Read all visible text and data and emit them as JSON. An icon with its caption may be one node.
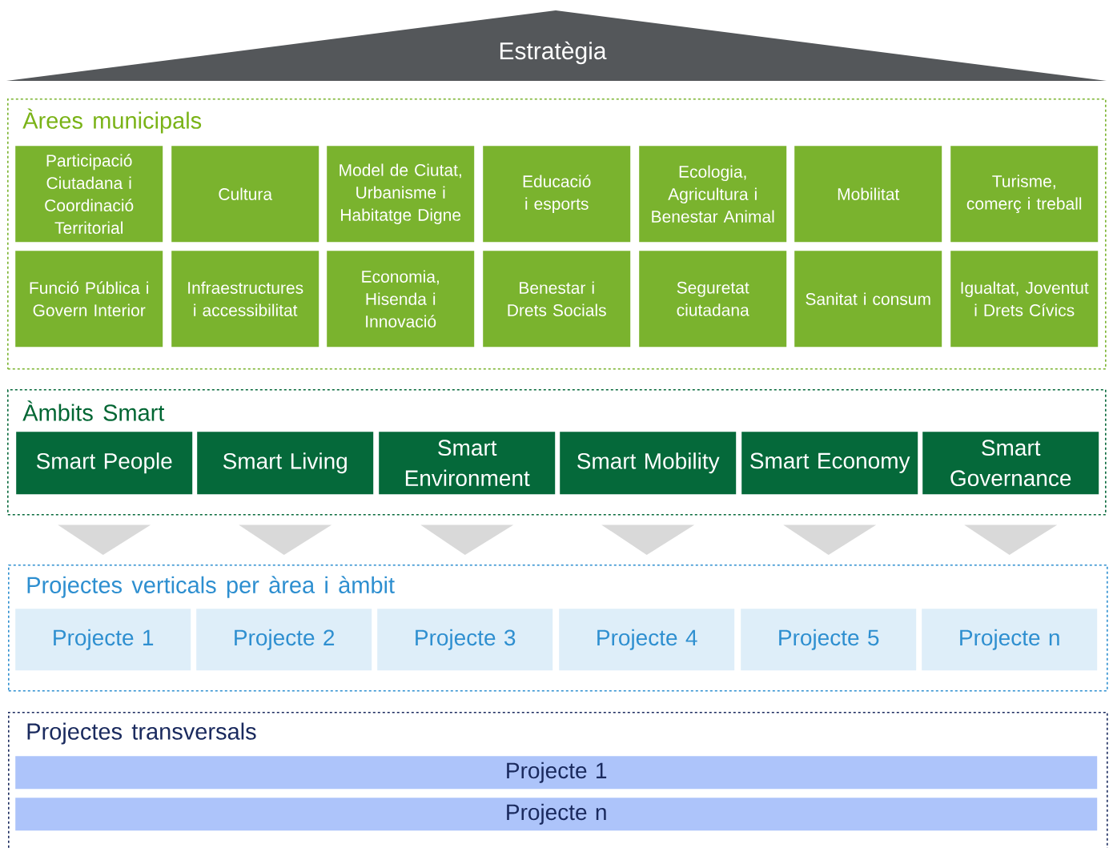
{
  "diagram": {
    "nodes": [
      {
        "text": [
          "Estratègia"
        ]
      },
      {
        "text": [
          "Àrees municipals"
        ]
      },
      {
        "text": [
          "Participació Ciutadana i Coordinació Territorial"
        ],
        "in": 1
      },
      {
        "text": [
          "Cultura"
        ],
        "in": 1
      },
      {
        "text": [
          "Model de Ciutat, Urbanisme i Habitatge Digne"
        ],
        "in": 1
      },
      {
        "text": [
          "Educació i esports"
        ],
        "in": 1
      },
      {
        "text": [
          "Ecologia, Agricultura i Benestar Animal"
        ],
        "in": 1
      },
      {
        "text": [
          "Mobilitat"
        ],
        "in": 1
      },
      {
        "text": [
          "Turisme, comerç i treball"
        ],
        "in": 1
      },
      {
        "text": [
          "Funció Pública i Govern Interior"
        ],
        "in": 1
      },
      {
        "text": [
          "Infraestructures i accessibilitat"
        ],
        "in": 1
      },
      {
        "text": [
          "Economia, Hisenda i Innovació"
        ],
        "in": 1
      },
      {
        "text": [
          "Benestar i Drets Socials"
        ],
        "in": 1
      },
      {
        "text": [
          "Seguretat ciutadana"
        ],
        "in": 1
      },
      {
        "text": [
          "Sanitat i consum"
        ],
        "in": 1
      },
      {
        "text": [
          "Igualtat, Joventut i Drets Cívics"
        ],
        "in": 1
      },
      {
        "text": [
          "Àmbits Smart"
        ]
      },
      {
        "text": [
          "Smart People"
        ],
        "in": 16
      },
      {
        "text": [
          "Smart Living"
        ],
        "in": 16
      },
      {
        "text": [
          "Smart Environment"
        ],
        "in": 16
      },
      {
        "text": [
          "Smart Mobility"
        ],
        "in": 16
      },
      {
        "text": [
          "Smart Economy"
        ],
        "in": 16
      },
      {
        "text": [
          "Smart Governance"
        ],
        "in": 16
      },
      {
        "text": [
          "Projectes verticals per àrea i àmbit"
        ]
      },
      {
        "text": [
          "Projecte 1"
        ],
        "in": 23
      },
      {
        "text": [
          "Projecte 2"
        ],
        "in": 23
      },
      {
        "text": [
          "Projecte 3"
        ],
        "in": 23
      },
      {
        "text": [
          "Projecte 4"
        ],
        "in": 23
      },
      {
        "text": [
          "Projecte 5"
        ],
        "in": 23
      },
      {
        "text": [
          "Projecte n"
        ],
        "in": 23
      },
      {
        "text": [
          "Projectes transversals"
        ]
      },
      {
        "text": [
          "Projecte 1"
        ],
        "in": 30
      },
      {
        "text": [
          "Projecte n"
        ],
        "in": 30
      }
    ],
    "edges": [
      {
        "from": 17,
        "to": 24,
        "arrow": "to"
      },
      {
        "from": 18,
        "to": 25,
        "arrow": "to"
      },
      {
        "from": 19,
        "to": 26,
        "arrow": "to"
      },
      {
        "from": 20,
        "to": 27,
        "arrow": "to"
      },
      {
        "from": 21,
        "to": 28,
        "arrow": "to"
      },
      {
        "from": 22,
        "to": 29,
        "arrow": "to"
      }
    ]
  }
}
